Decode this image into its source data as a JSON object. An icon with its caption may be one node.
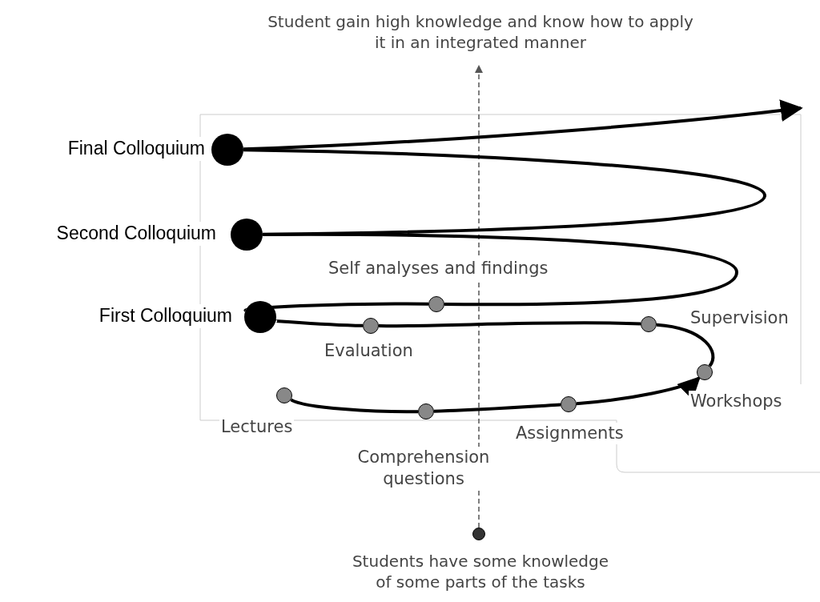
{
  "diagram": {
    "nodes": [
      {
        "text": [],
        "shape": "circle",
        "beside": [
          "Students have some knowledge of some parts of the tasks"
        ]
      },
      {
        "text": [
          "Student gain high knowledge and know how to apply it in an integrated manner"
        ]
      },
      {
        "text": [],
        "shape": "circle",
        "beside": [
          "Lectures"
        ]
      },
      {
        "text": [],
        "shape": "circle",
        "beside": [
          "Comprehension questions"
        ]
      },
      {
        "text": [],
        "shape": "circle",
        "beside": [
          "Assignments"
        ]
      },
      {
        "text": [],
        "shape": "circle",
        "beside": [
          "Workshops"
        ]
      },
      {
        "text": [],
        "shape": "circle",
        "beside": [
          "Supervision"
        ]
      },
      {
        "text": [],
        "shape": "circle",
        "beside": [
          "Self analyses and findings"
        ]
      },
      {
        "text": [],
        "shape": "circle",
        "beside": [
          "Evaluation"
        ]
      },
      {
        "text": [],
        "shape": "circle",
        "beside": [
          "First Colloquium"
        ]
      },
      {
        "text": [],
        "shape": "circle",
        "beside": [
          "Second Colloquium"
        ]
      },
      {
        "text": [],
        "shape": "circle",
        "beside": [
          "Final Colloquium"
        ]
      }
    ],
    "edges": [
      {
        "from": 0,
        "to": 1,
        "arrow": "to",
        "style": "dashed",
        "color": "#555555"
      },
      {
        "from": 2,
        "to": 3,
        "arrow": "none"
      },
      {
        "from": 3,
        "to": 4,
        "arrow": "none"
      },
      {
        "from": 4,
        "to": 5,
        "arrow": "to"
      },
      {
        "from": 5,
        "to": 6,
        "arrow": "none"
      },
      {
        "from": 6,
        "to": 8,
        "arrow": "none"
      },
      {
        "from": 8,
        "to": 9,
        "arrow": "none"
      },
      {
        "from": 9,
        "to": 7,
        "arrow": "none"
      },
      {
        "from": 7,
        "to": 10,
        "arrow": "none"
      },
      {
        "from": 10,
        "to": 11,
        "arrow": "none"
      },
      {
        "from": 11,
        "to": null,
        "arrow": "to"
      }
    ]
  }
}
